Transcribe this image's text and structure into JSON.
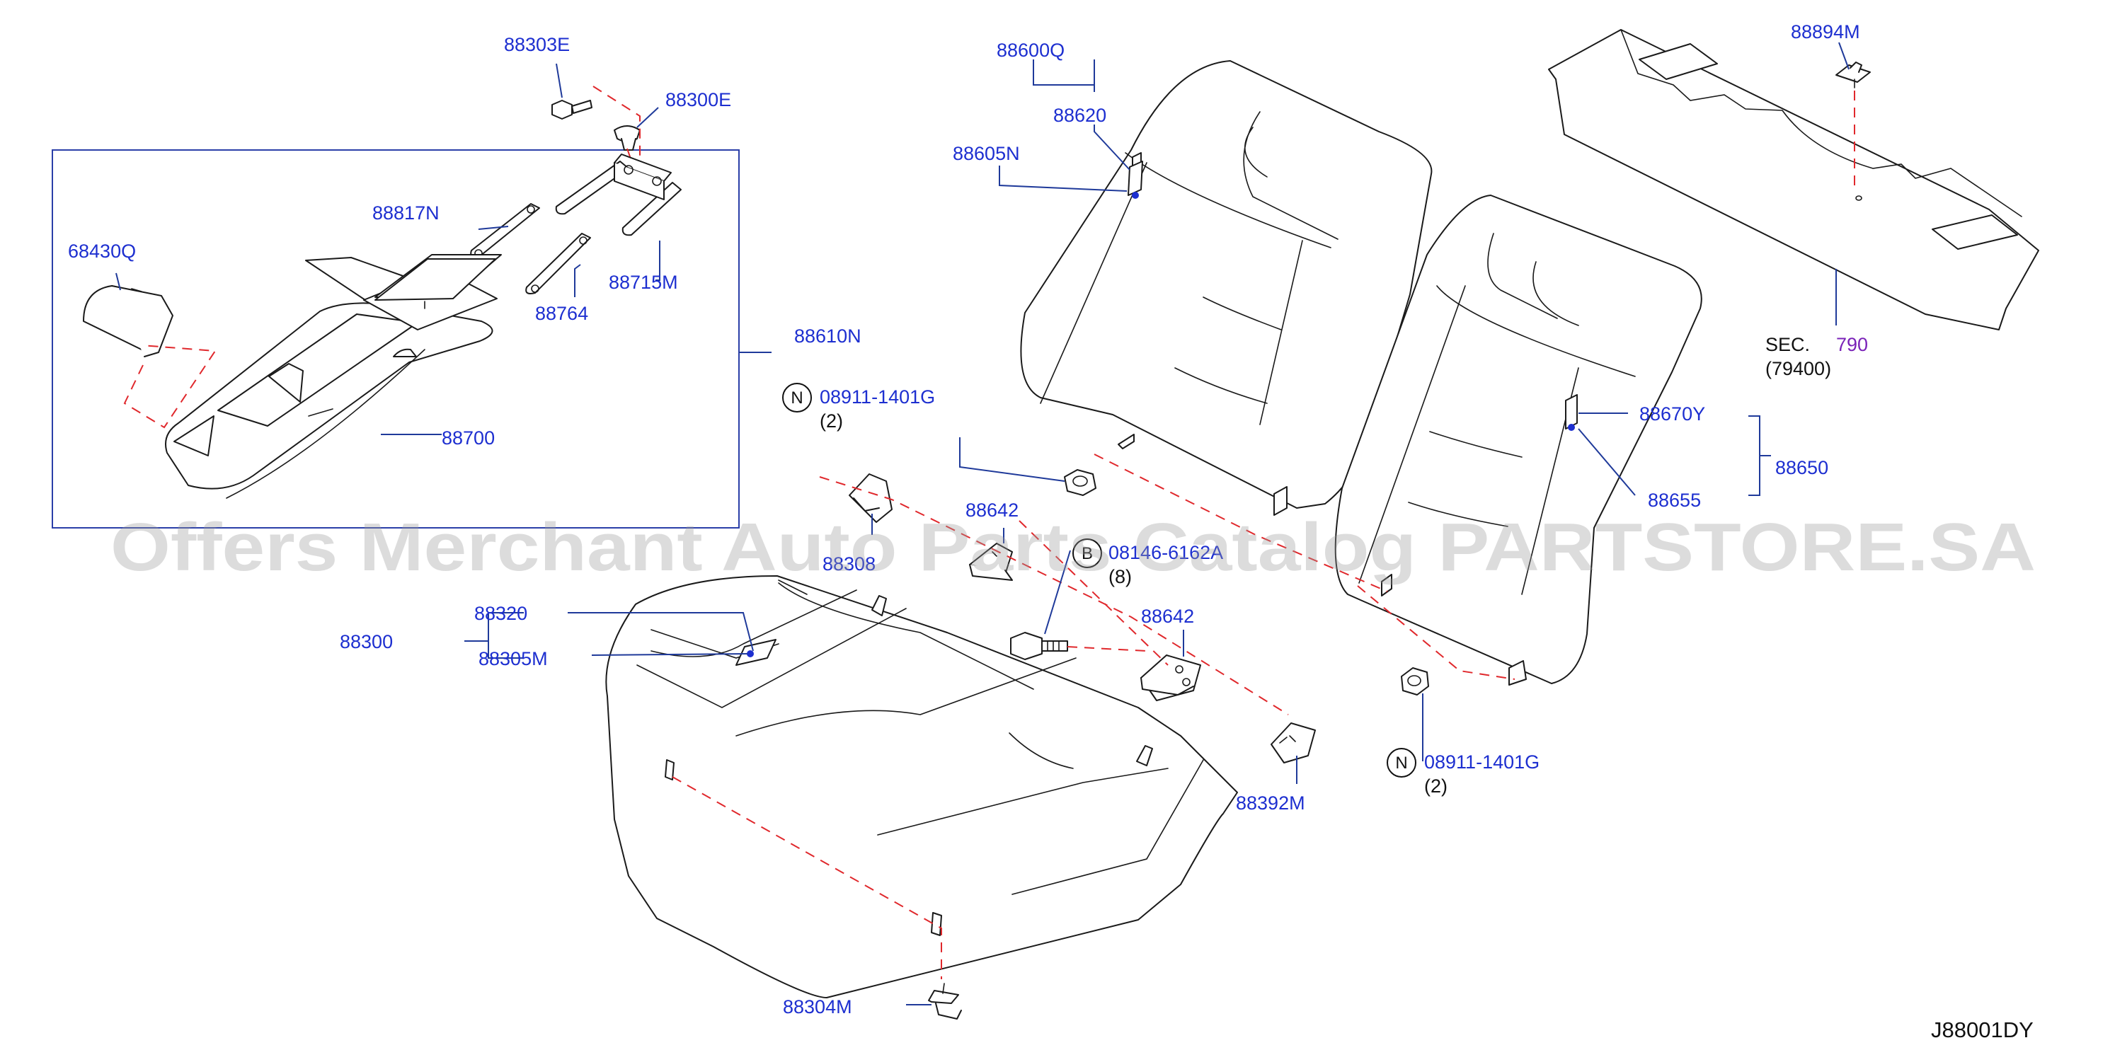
{
  "diagram": {
    "code": "J88001DY",
    "watermark": "Offers Merchant Auto Parts Catalog PARTSTORE.SA",
    "labels": {
      "p88303E": "88303E",
      "p88300E": "88300E",
      "p88817N": "88817N",
      "p68430Q": "68430Q",
      "p88715M": "88715M",
      "p88764": "88764",
      "p88610N": "88610N",
      "p88700": "88700",
      "p88600Q": "88600Q",
      "p88620": "88620",
      "p88605N": "88605N",
      "p88894M": "88894M",
      "sec_prefix": "SEC.",
      "sec_number": "790",
      "sec_ref": "(79400)",
      "nut1": "08911-1401G",
      "nut1_qty": "(2)",
      "nut_symbol": "N",
      "p88670Y": "88670Y",
      "p88650": "88650",
      "p88655": "88655",
      "p88642a": "88642",
      "p88308": "88308",
      "bolt": "08146-6162A",
      "bolt_symbol": "B",
      "bolt_qty": "(8)",
      "p88300": "88300",
      "p88320": "88320",
      "p88305M": "88305M",
      "p88642b": "88642",
      "p88392M": "88392M",
      "nut2": "08911-1401G",
      "nut2_qty": "(2)",
      "p88304M": "88304M"
    }
  }
}
